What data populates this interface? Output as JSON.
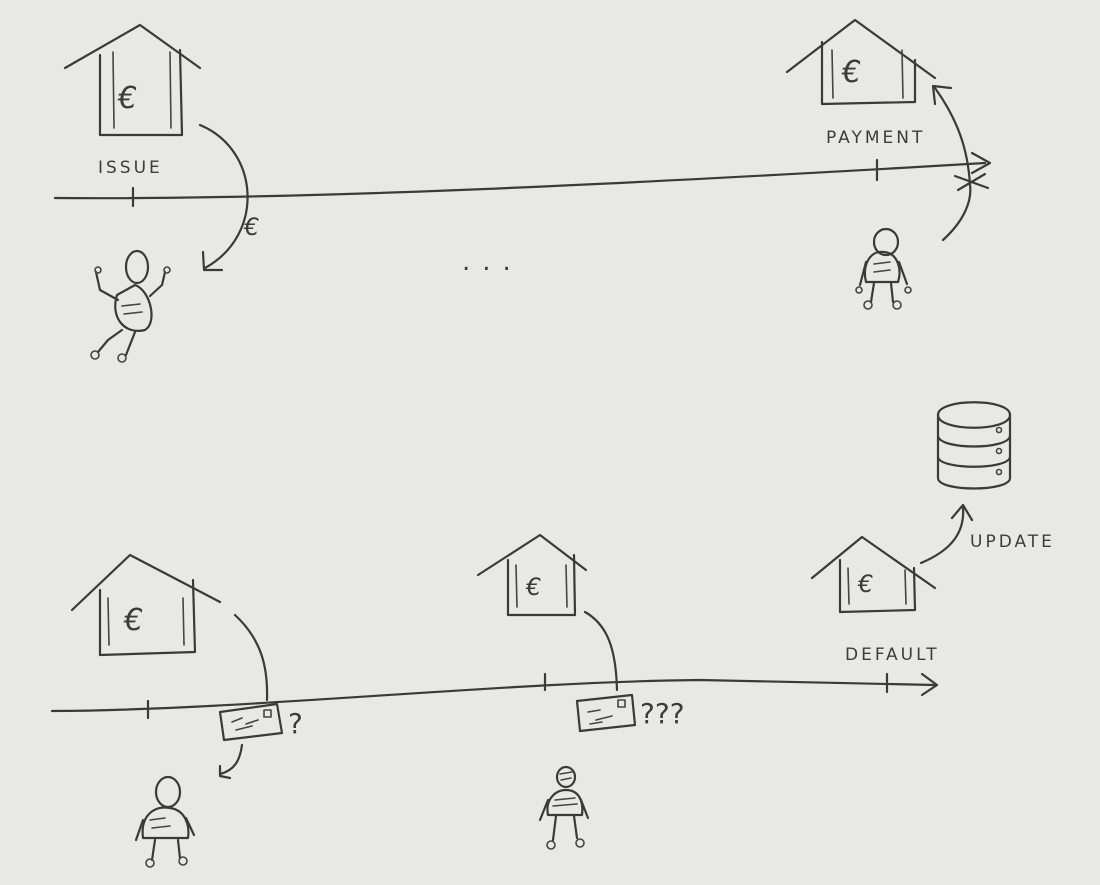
{
  "top": {
    "issue_label": "ISSUE",
    "payment_label": "PAYMENT",
    "ellipsis": "...",
    "euro_symbol": "€"
  },
  "bottom": {
    "default_label": "DEFAULT",
    "update_label": "UPDATE",
    "question_single": "?",
    "question_triple": "???",
    "euro_symbol": "€"
  },
  "colors": {
    "paper": "#e8e8e6",
    "ink": "#3a3a3a"
  }
}
